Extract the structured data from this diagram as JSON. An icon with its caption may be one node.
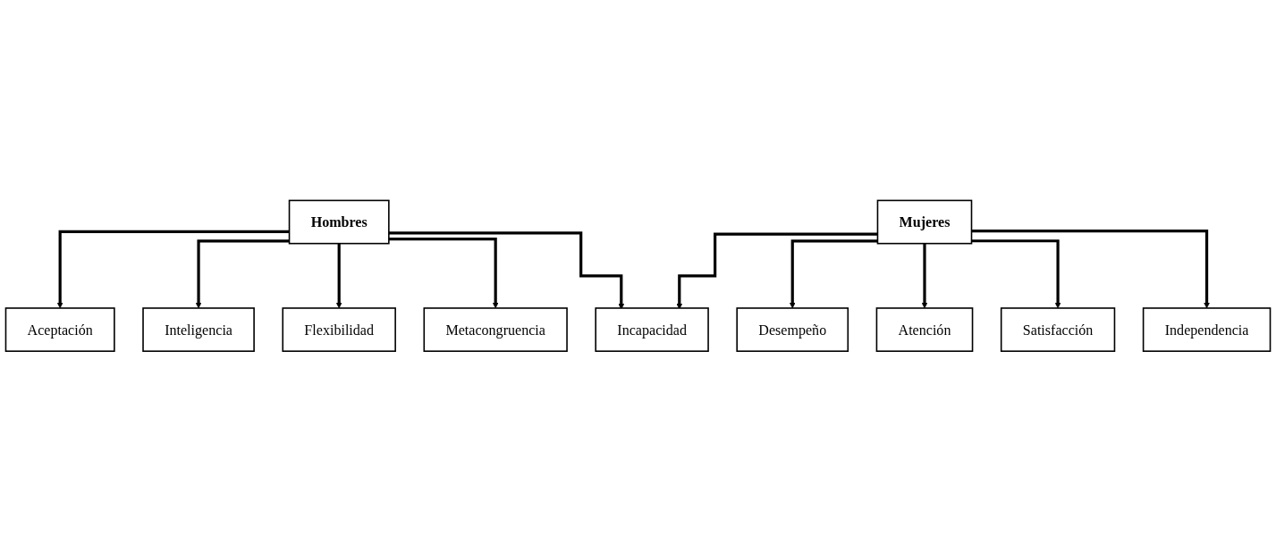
{
  "diagram": {
    "nodes": [
      {
        "text": [
          "Hombres"
        ]
      },
      {
        "text": [
          "Mujeres"
        ]
      },
      {
        "text": [
          "Aceptación"
        ]
      },
      {
        "text": [
          "Incapacidad"
        ]
      },
      {
        "text": [
          "Desempeño"
        ]
      },
      {
        "text": [
          "Inteligencia"
        ]
      },
      {
        "text": [
          "Atención"
        ]
      },
      {
        "text": [
          "Flexibilidad"
        ]
      },
      {
        "text": [
          "Satisfacción"
        ]
      },
      {
        "text": [
          "Metacongruencia"
        ]
      },
      {
        "text": [
          "Independencia"
        ]
      }
    ],
    "edges": [
      {
        "from": 0,
        "to": 2,
        "arrow": "to"
      },
      {
        "from": 0,
        "to": 5,
        "arrow": "to"
      },
      {
        "from": 0,
        "to": 7,
        "arrow": "to"
      },
      {
        "from": 0,
        "to": 9,
        "arrow": "to"
      },
      {
        "from": 0,
        "to": 3,
        "arrow": "to"
      },
      {
        "from": 1,
        "to": 3,
        "arrow": "to"
      },
      {
        "from": 1,
        "to": 4,
        "arrow": "to"
      },
      {
        "from": 1,
        "to": 6,
        "arrow": "to"
      },
      {
        "from": 1,
        "to": 8,
        "arrow": "to"
      },
      {
        "from": 1,
        "to": 10,
        "arrow": "to"
      }
    ]
  }
}
